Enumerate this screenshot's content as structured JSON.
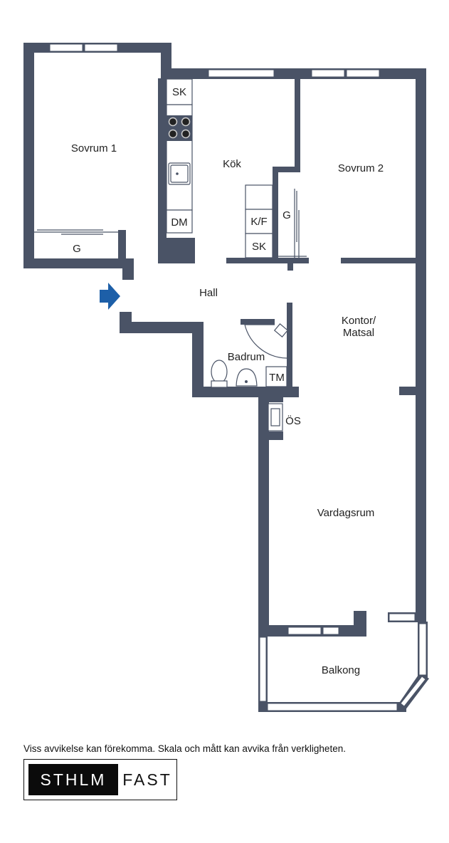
{
  "rooms": {
    "sovrum1": "Sovrum 1",
    "kok": "Kök",
    "sovrum2": "Sovrum 2",
    "hall": "Hall",
    "kontor_line1": "Kontor/",
    "kontor_line2": "Matsal",
    "badrum": "Badrum",
    "vardagsrum": "Vardagsrum",
    "balkong": "Balkong"
  },
  "fixtures": {
    "sk_top": "SK",
    "dm": "DM",
    "kf": "K/F",
    "sk_bottom": "SK",
    "g_sovrum1": "G",
    "g_sovrum2": "G",
    "tm": "TM",
    "os": "ÖS"
  },
  "footer": {
    "disclaimer": "Viss avvikelse kan förekomma. Skala och mått kan avvika från verkligheten.",
    "logo_left": "STHLM",
    "logo_right": "FAST"
  },
  "colors": {
    "wall": "#4a5366",
    "entrance_arrow": "#1d5fa8"
  }
}
